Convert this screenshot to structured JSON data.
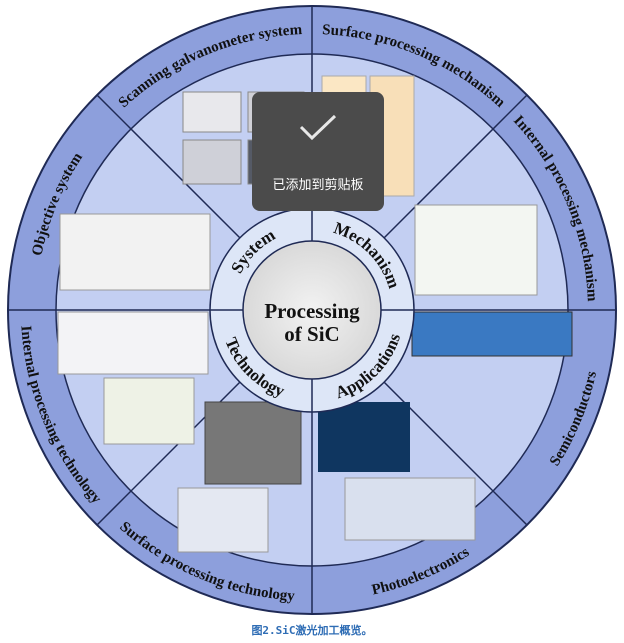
{
  "figure": {
    "center": {
      "line1": "Processing",
      "line2": "of SiC"
    },
    "ring_labels": [
      "System",
      "Mechanism",
      "Applications",
      "Technology"
    ],
    "sector_labels": [
      "Scanning galvanometer system",
      "Surface processing mechanism",
      "Internal processing mechanism",
      "Semiconductors",
      "Photoelectronics",
      "Surface processing technology",
      "Internal processing technology",
      "Objective system"
    ],
    "colors": {
      "outer_band": "#8d9fdc",
      "inner_band": "#c3cff2",
      "ring": "#dde6f7",
      "lines": "#1f2a55"
    }
  },
  "toast": {
    "message": "已添加到剪贴板",
    "icon": "check-icon"
  },
  "caption": "图2.SiC激光加工概览。"
}
